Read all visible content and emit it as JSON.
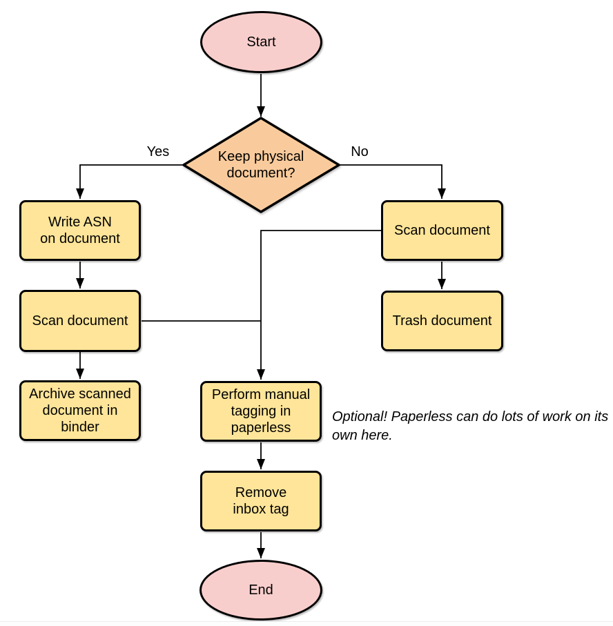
{
  "palette": {
    "terminal_fill": "#F8CECC",
    "decision_fill": "#F9CB9C",
    "process_fill": "#FFE599",
    "stroke": "#000000"
  },
  "nodes": {
    "start": {
      "type": "terminal",
      "label": "Start"
    },
    "decision": {
      "type": "decision",
      "label": "Keep physical\ndocument?"
    },
    "write_asn": {
      "type": "process",
      "label": "Write ASN\non document"
    },
    "scan_left": {
      "type": "process",
      "label": "Scan document"
    },
    "archive": {
      "type": "process",
      "label": "Archive scanned\ndocument in\nbinder"
    },
    "scan_right": {
      "type": "process",
      "label": "Scan document"
    },
    "trash": {
      "type": "process",
      "label": "Trash document"
    },
    "tagging": {
      "type": "process",
      "label": "Perform manual\ntagging in\npaperless"
    },
    "remove_inbox": {
      "type": "process",
      "label": "Remove\ninbox tag"
    },
    "end": {
      "type": "terminal",
      "label": "End"
    }
  },
  "edge_labels": {
    "yes": "Yes",
    "no": "No"
  },
  "annotation": "Optional! Paperless can do lots of work on its own here."
}
